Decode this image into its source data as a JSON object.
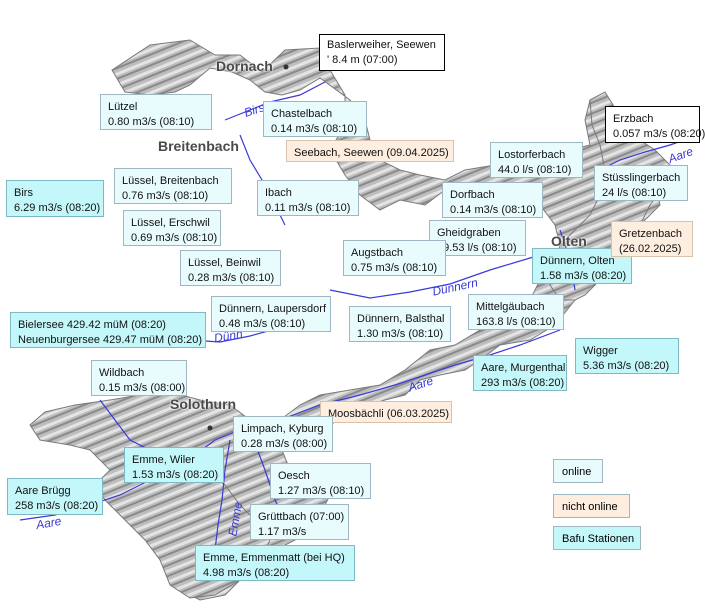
{
  "cities": {
    "dornach": "Dornach",
    "breitenbach": "Breitenbach",
    "olten": "Olten",
    "solothurn": "Solothurn"
  },
  "rivers": {
    "birs": "Birs",
    "aare_top": "Aare",
    "duennern": "Dünnern",
    "duennern_west": "Dünn",
    "aare_mid": "Aare",
    "aare_west": "Aare",
    "emme": "Emme"
  },
  "stations": {
    "basler": {
      "name": "Baslerweiher, Seewen",
      "value": "' 8.4 m (07:00)"
    },
    "erzbach": {
      "name": "Erzbach",
      "value": "0.057 m3/s (08:20)"
    },
    "luetzel": {
      "name": "Lützel",
      "value": "0.80 m3/s (08:10)"
    },
    "chastelbach": {
      "name": "Chastelbach",
      "value": "0.14 m3/s (08:10)"
    },
    "seebach": {
      "name": "Seebach, Seewen (09.04.2025)"
    },
    "lostorferbach": {
      "name": "Lostorferbach",
      "value": "44.0 l/s (08:10)"
    },
    "stuesslingerbach": {
      "name": "Stüsslingerbach",
      "value": "24 l/s (08:10)"
    },
    "birs": {
      "name": "Birs",
      "value": "6.29 m3/s (08:20)"
    },
    "luessel_breitenbach": {
      "name": "Lüssel,  Breitenbach",
      "value": "0.76 m3/s (08:10)"
    },
    "ibach": {
      "name": "Ibach",
      "value": "0.11 m3/s (08:10)"
    },
    "dorfbach": {
      "name": "Dorfbach",
      "value": "0.14 m3/s (08:10)"
    },
    "luessel_erschwil": {
      "name": "Lüssel, Erschwil",
      "value": "0.69 m3/s (08:10)"
    },
    "gheidgraben": {
      "name": "Gheidgraben",
      "value": "39.53 l/s (08:10)"
    },
    "duennern_olten": {
      "name": "Dünnern, Olten",
      "value": "1.58 m3/s (08:20)"
    },
    "gretzenbach": {
      "name": "Gretzenbach",
      "value": "(26.02.2025)"
    },
    "luessel_beinwil": {
      "name": "Lüssel, Beinwil",
      "value": "0.28 m3/s (08:10)"
    },
    "augstbach": {
      "name": "Augstbach",
      "value": "0.75 m3/s (08:10)"
    },
    "duennern_laupersdorf": {
      "name": "Dünnern, Laupersdorf",
      "value": "0.48 m3/s (08:10)"
    },
    "mittelgaeubach": {
      "name": "Mittelgäubach",
      "value": "163.8 l/s (08:10)"
    },
    "duennern_balsthal": {
      "name": "Dünnern, Balsthal",
      "value": "1.30 m3/s (08:10)"
    },
    "bielersee": {
      "name": "Bielersee 429.42 müM (08:20)",
      "value": "Neuenburgersee 429.47 müM (08:20)"
    },
    "aare_murgenthal": {
      "name": "Aare, Murgenthal",
      "value": "293 m3/s (08:20)"
    },
    "wigger": {
      "name": "Wigger",
      "value": "5.36 m3/s (08:20)"
    },
    "wildbach": {
      "name": "Wildbach",
      "value": "0.15 m3/s (08:00)"
    },
    "moosbaechli": {
      "name": "Moosbächli (06.03.2025)"
    },
    "limpach": {
      "name": "Limpach, Kyburg",
      "value": "0.28 m3/s (08:00)"
    },
    "emme_wiler": {
      "name": "Emme, Wiler",
      "value": "1.53 m3/s (08:20)"
    },
    "oesch": {
      "name": "Oesch",
      "value": "1.27 m3/s (08:10)"
    },
    "aare_bruegg": {
      "name": "Aare Brügg",
      "value": "258 m3/s (08:20)"
    },
    "gruettbach": {
      "name": "Grüttbach (07:00)",
      "value": "1.17 m3/s"
    },
    "emme_emmenmatt": {
      "name": "Emme, Emmenmatt (bei HQ)",
      "value": "4.98 m3/s (08:20)"
    }
  },
  "legend": {
    "online": "online",
    "offline": "nicht online",
    "bafu": "Bafu Stationen"
  },
  "colors": {
    "online": "#e9fcfd",
    "offline": "#fdeee0",
    "bafu": "#c4f7fa",
    "river": "#3a3ad8"
  }
}
